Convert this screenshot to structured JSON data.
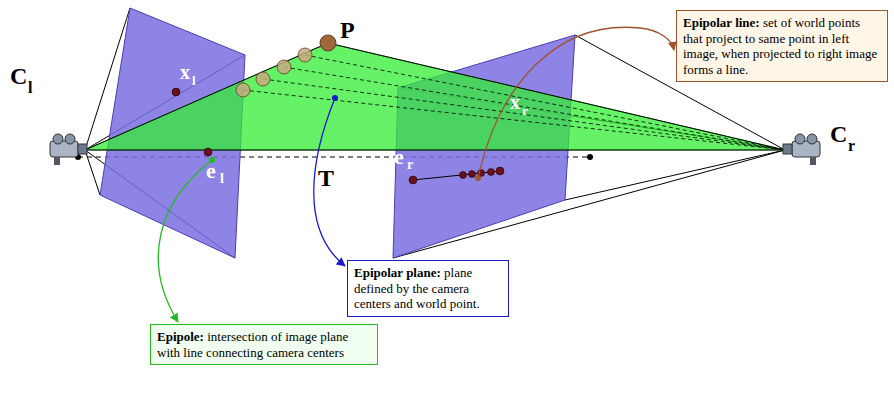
{
  "diagram": {
    "nodes": [
      {
        "text": [
          "Epipolar line:",
          "set of world points that project to same point in left image, when projected to right image forms a line."
        ]
      },
      {
        "text": [
          "Epipolar plane:",
          "plane defined by the camera centers and world point."
        ]
      },
      {
        "text": [
          "Epipole:",
          "intersection of image plane with line connecting camera centers"
        ]
      }
    ],
    "labels": [
      "P",
      "x",
      "l",
      "x",
      "r",
      "C",
      "l",
      "e",
      "l",
      "e",
      "r",
      "C",
      "r",
      "T"
    ]
  }
}
